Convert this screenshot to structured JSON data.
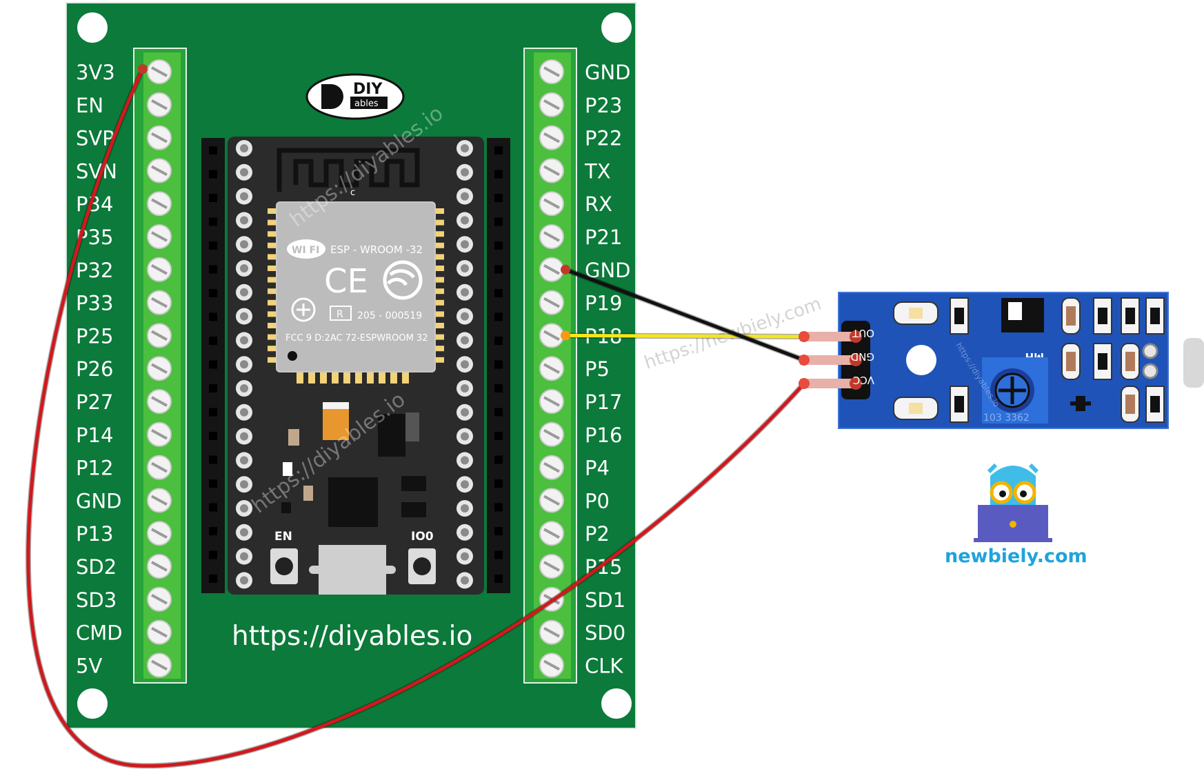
{
  "board": {
    "left_pins": [
      "3V3",
      "EN",
      "SVP",
      "SVN",
      "P34",
      "P35",
      "P32",
      "P33",
      "P25",
      "P26",
      "P27",
      "P14",
      "P12",
      "GND",
      "P13",
      "SD2",
      "SD3",
      "CMD",
      "5V"
    ],
    "right_pins": [
      "GND",
      "P23",
      "P22",
      "TX",
      "RX",
      "P21",
      "GND",
      "P19",
      "P18",
      "P5",
      "P17",
      "P16",
      "P4",
      "P0",
      "P2",
      "P15",
      "SD1",
      "SD0",
      "CLK"
    ],
    "url": "https://diyables.io",
    "logo_top": "DIY",
    "logo_bottom": "ables",
    "button_en": "EN",
    "button_io0": "IO0",
    "colors": {
      "pcb": "#0b7a3a",
      "terminal": "#26a33a",
      "module_body": "#2b2b2b"
    }
  },
  "esp_module": {
    "wifi_logo": "WI FI",
    "model": "ESP - WROOM -32",
    "cert_r": "R",
    "cert_code": "205 - 000519",
    "fcc": "FCC 9 D:2AC 72-ESPWROOM  32",
    "ce": "CE",
    "antenna_mark": "c"
  },
  "sensor": {
    "pins": [
      "OUT",
      "GND",
      "VCC"
    ],
    "chip_label": "MH",
    "pot_label": "103",
    "pot_label2": "3362",
    "color": "#1f53b8"
  },
  "watermarks": {
    "diyables": "https://diyables.io",
    "newbiely": "https://newbiely.com"
  },
  "brand": {
    "name": "newbiely.com"
  },
  "wires": [
    {
      "from": "3V3",
      "to": "VCC",
      "color": "#d0191d"
    },
    {
      "from": "GND",
      "to": "GND",
      "color": "#111111"
    },
    {
      "from": "P18",
      "to": "OUT",
      "color": "#f5e61a"
    }
  ]
}
